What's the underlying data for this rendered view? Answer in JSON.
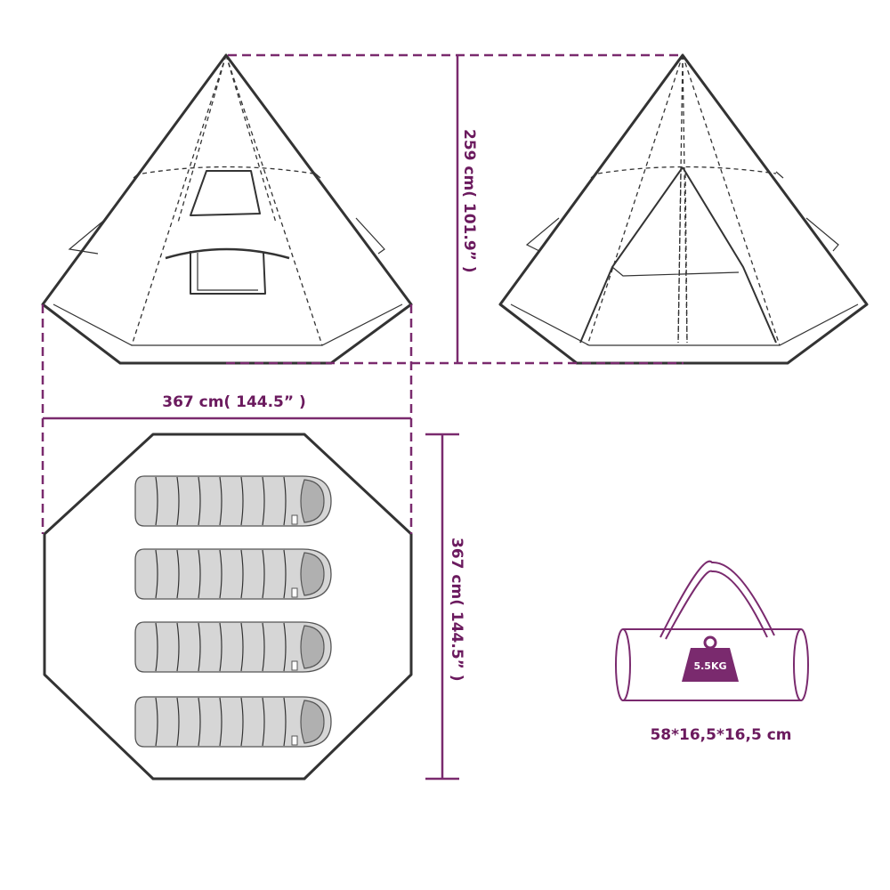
{
  "dimensions": {
    "height_label": "259 cm( 101.9” )",
    "width_label": "367 cm( 144.5” )",
    "depth_label": "367 cm( 144.5” )"
  },
  "bag": {
    "weight_label": "5.5KG",
    "size_label": "58*16,5*16,5 cm"
  },
  "floor_plan": {
    "sleeping_bag_count": 4
  },
  "colors": {
    "accent": "#7a2a6e",
    "outline": "#333333"
  }
}
